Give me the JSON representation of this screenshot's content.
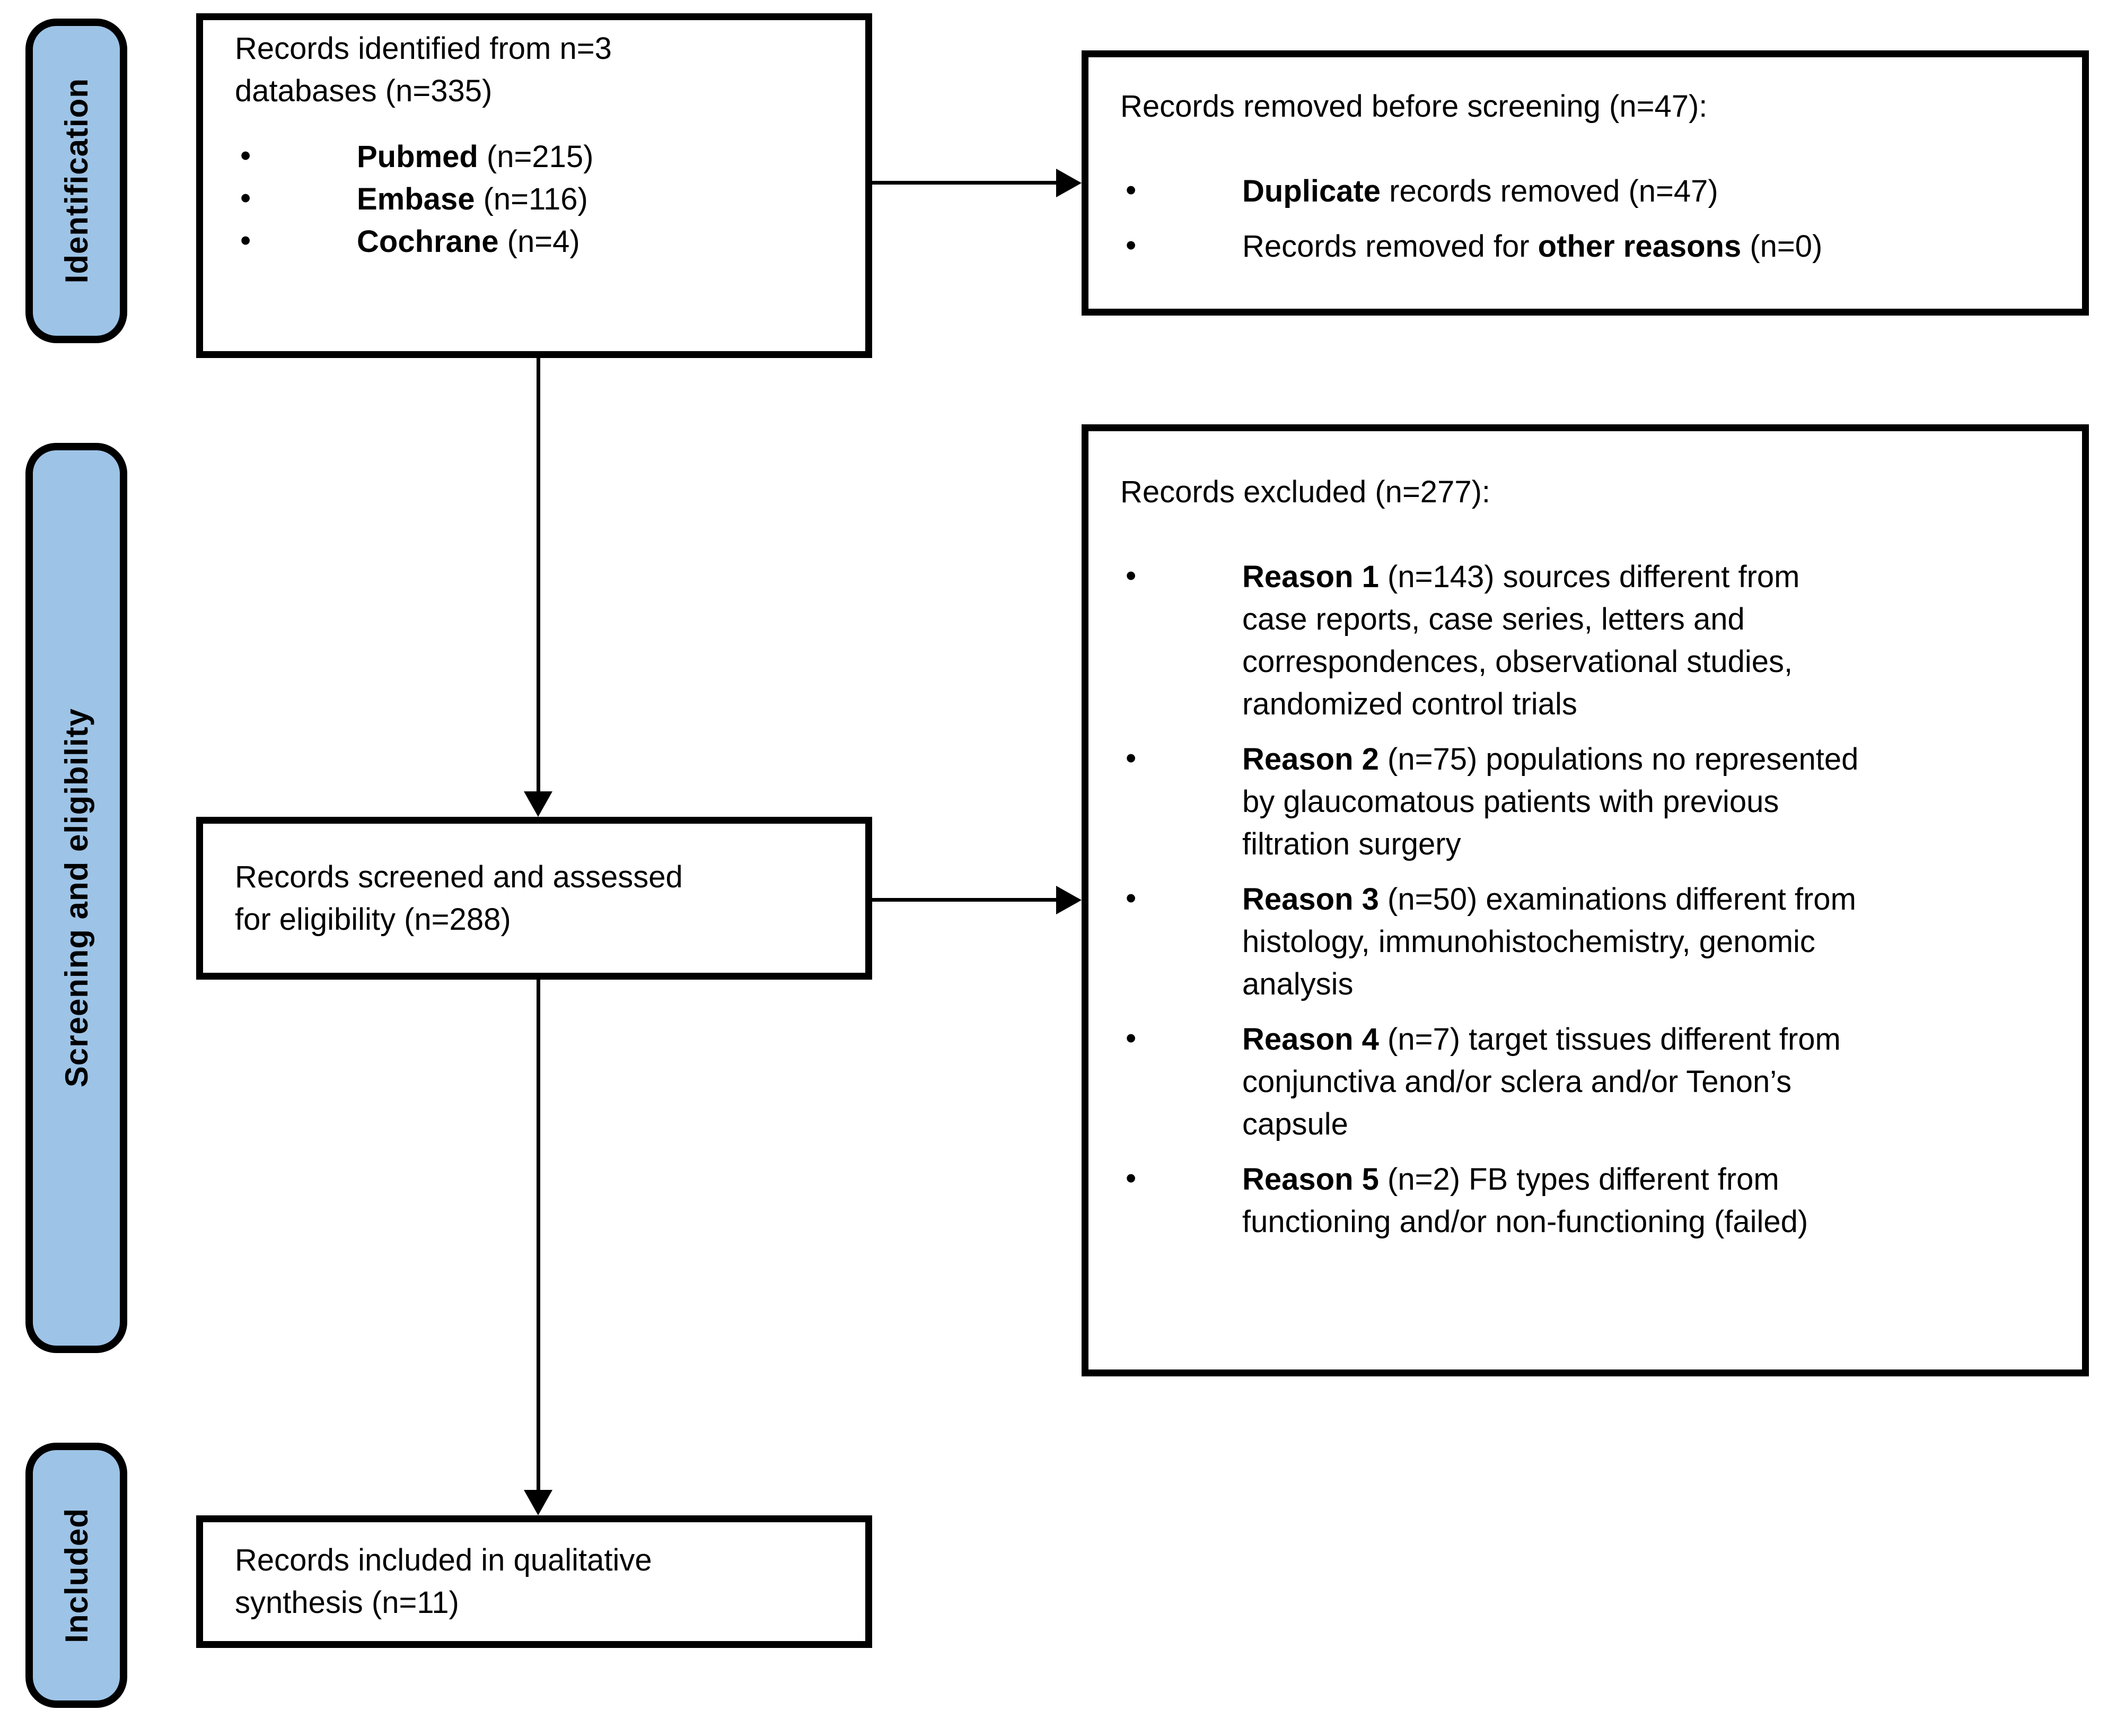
{
  "colors": {
    "stage_fill": "#9DC3E6",
    "border": "#000000",
    "background": "#FFFFFF",
    "text": "#000000"
  },
  "glyphs": {
    "bullet": "•"
  },
  "stages": [
    {
      "label": "Identification"
    },
    {
      "label": "Screening and eligibility"
    },
    {
      "label": "Included"
    }
  ],
  "boxes": {
    "identified": {
      "title": "Records identified from n=3 databases (n=335)",
      "bullets": [
        {
          "pre": "",
          "bold": "Pubmed",
          "post": " (n=215)"
        },
        {
          "pre": "",
          "bold": "Embase",
          "post": " (n=116)"
        },
        {
          "pre": "",
          "bold": "Cochrane",
          "post": " (n=4)"
        }
      ]
    },
    "removed": {
      "title": "Records removed before screening (n=47):",
      "bullets": [
        {
          "pre": "",
          "bold": "Duplicate",
          "post": " records removed (n=47)"
        },
        {
          "pre": "Records removed for ",
          "bold": "other reasons",
          "post": " (n=0)"
        }
      ]
    },
    "screened": {
      "title": "Records screened and assessed for eligibility (n=288)"
    },
    "excluded": {
      "title": "Records excluded (n=277):",
      "bullets": [
        {
          "pre": "",
          "bold": "Reason 1",
          "post": " (n=143) sources different from case reports, case series, letters and correspondences, observational studies, randomized control trials"
        },
        {
          "pre": "",
          "bold": "Reason 2",
          "post": " (n=75) populations no represented by glaucomatous patients with previous filtration surgery"
        },
        {
          "pre": "",
          "bold": "Reason 3",
          "post": " (n=50) examinations different from histology, immunohistochemistry, genomic analysis"
        },
        {
          "pre": "",
          "bold": "Reason 4",
          "post": " (n=7) target tissues different from conjunctiva and/or sclera and/or Tenon’s capsule"
        },
        {
          "pre": "",
          "bold": "Reason 5",
          "post": " (n=2) FB types different from functioning and/or non-functioning (failed)"
        }
      ]
    },
    "included": {
      "title": "Records included in qualitative synthesis (n=11)"
    }
  }
}
